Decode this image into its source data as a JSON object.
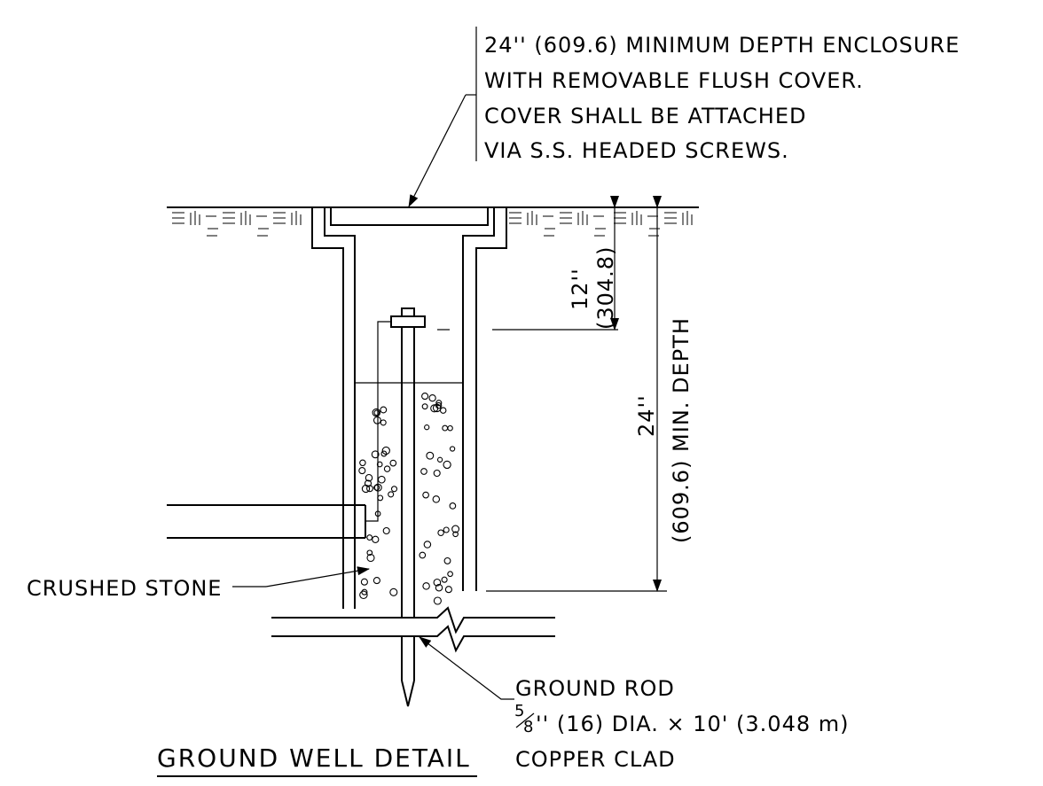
{
  "title": "GROUND WELL DETAIL",
  "enclosure_note": {
    "lines": [
      "24'' (609.6) MINIMUM DEPTH ENCLOSURE",
      "WITH REMOVABLE FLUSH COVER.",
      "COVER SHALL BE ATTACHED",
      "VIA S.S. HEADED SCREWS."
    ]
  },
  "dimensions": {
    "top": {
      "imperial": "12''",
      "metric": "(304.8)"
    },
    "total": {
      "imperial": "24''",
      "metric": "(609.6) MIN. DEPTH"
    }
  },
  "labels": {
    "crushed_stone": "CRUSHED STONE"
  },
  "ground_rod": {
    "line1": "GROUND ROD",
    "fraction_num": "5",
    "fraction_den": "8",
    "line2_rest": "'' (16) DIA. × 10' (3.048   m)",
    "line3": "COPPER CLAD"
  }
}
